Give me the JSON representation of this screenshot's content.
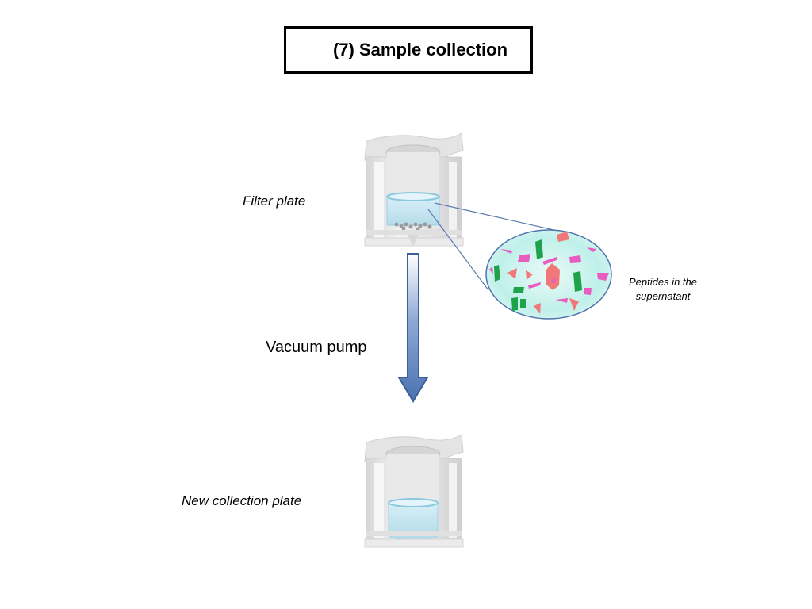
{
  "title": "(7) Sample collection",
  "labels": {
    "filter_plate": "Filter plate",
    "vacuum_pump": "Vacuum pump",
    "new_collection_plate": "New collection plate",
    "peptides_line1": "Peptides in the",
    "peptides_line2": "supernatant"
  },
  "colors": {
    "arrow_dark": "#4a72b0",
    "arrow_light": "#ffffff",
    "liquid": "#bfe3ef",
    "bubble_edge": "#5a7bb0",
    "peptide_green": "#1ea34a",
    "peptide_pink": "#e85cc0",
    "peptide_red": "#f07878"
  }
}
